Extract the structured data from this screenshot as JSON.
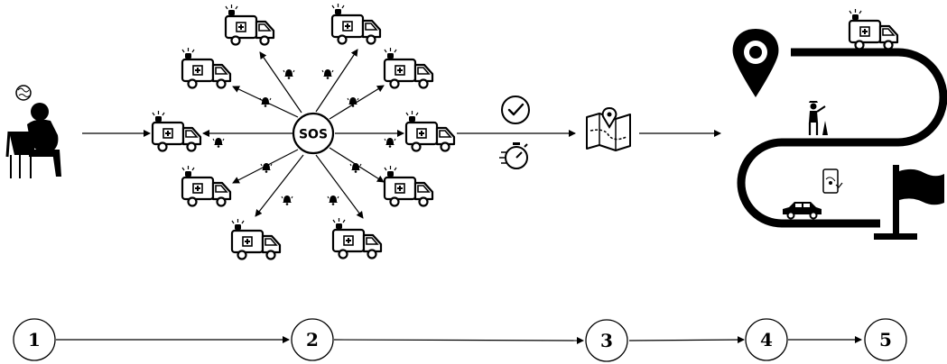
{
  "diagram": {
    "hub_label": "SOS",
    "steps": [
      {
        "label": "1"
      },
      {
        "label": "2"
      },
      {
        "label": "3"
      },
      {
        "label": "4"
      },
      {
        "label": "5"
      }
    ],
    "icons": {
      "patient": "distressed-person-icon",
      "hub": "sos-icon",
      "ambulance": "ambulance-icon",
      "alarm": "alarm-bell-icon",
      "confirm": "check-circle-icon",
      "timer": "stopwatch-icon",
      "map": "map-pin-icon",
      "destination": "location-pin-icon",
      "police": "traffic-police-icon",
      "phone": "phone-map-icon",
      "car": "car-icon",
      "finish": "finish-flag-icon"
    },
    "colors": {
      "ink": "#000000",
      "background": "#ffffff"
    }
  }
}
